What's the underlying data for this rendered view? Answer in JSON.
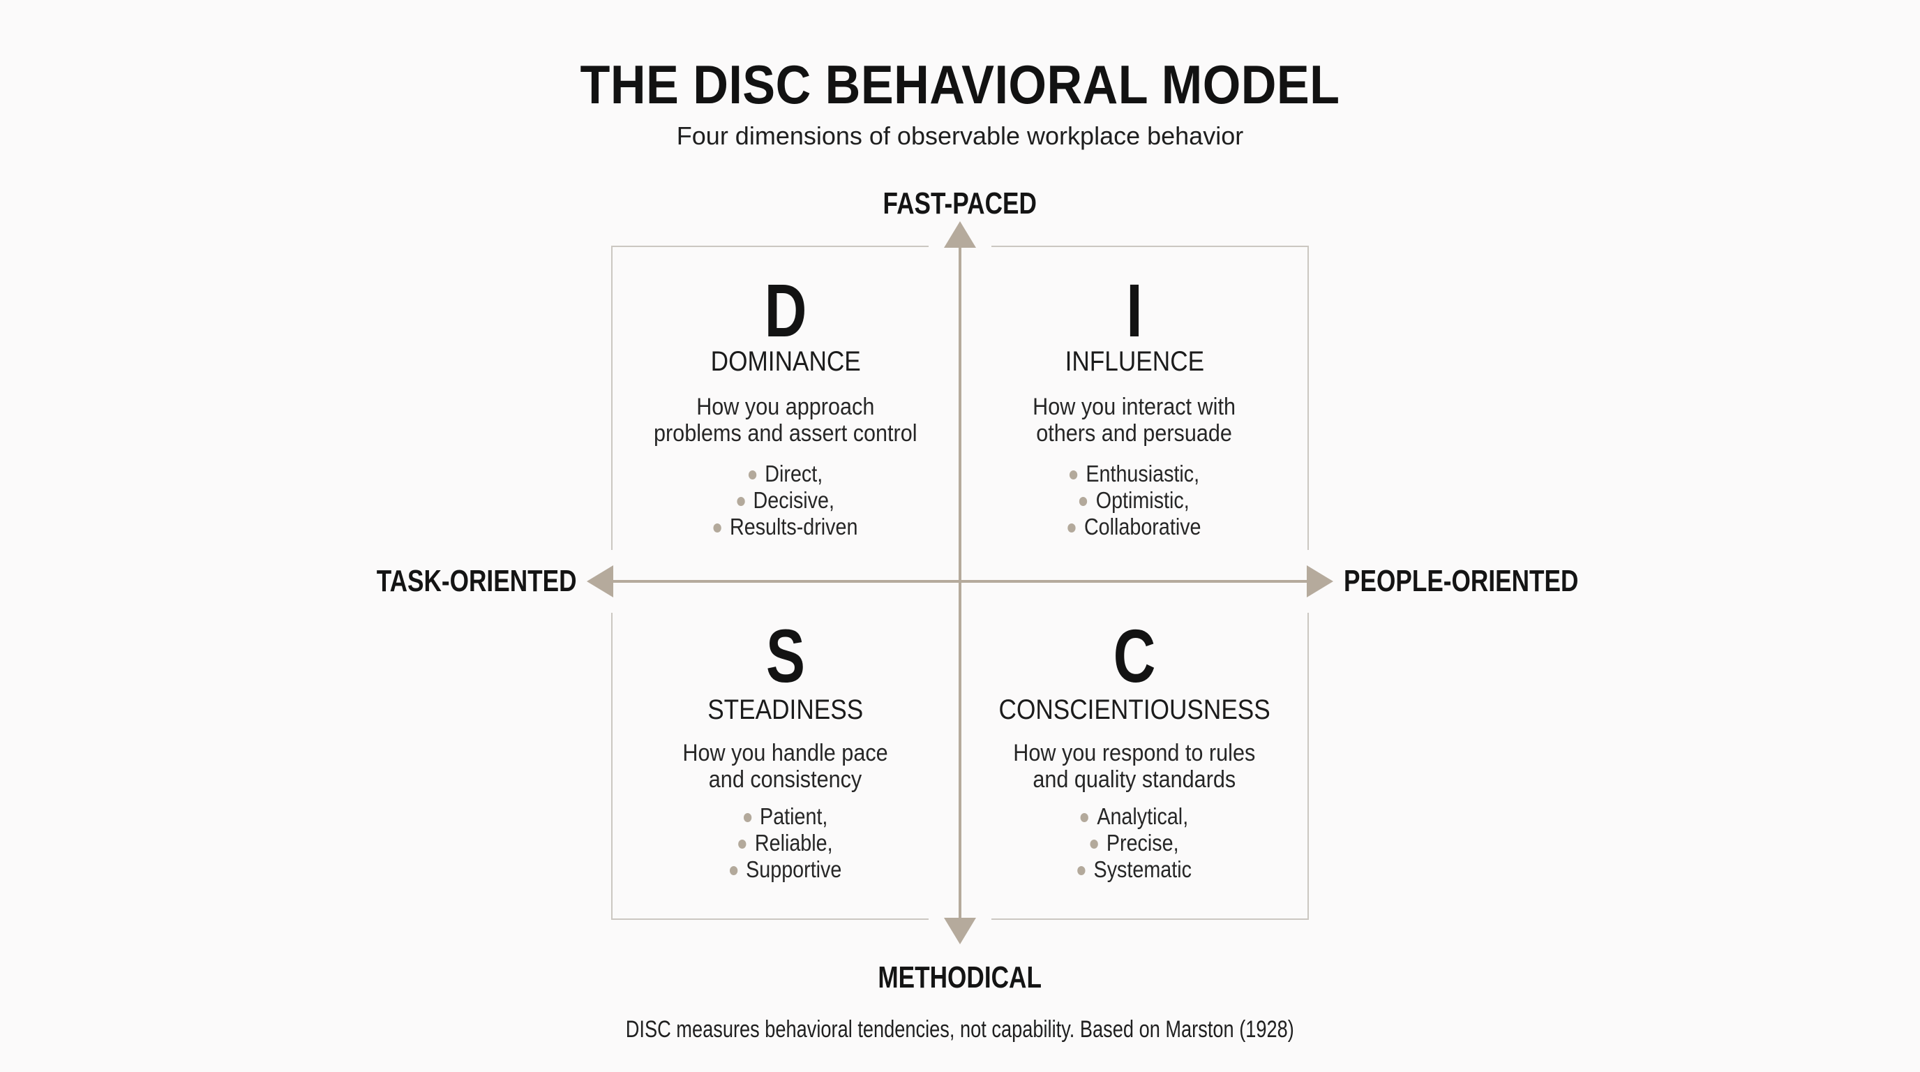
{
  "title": "THE DISC BEHAVIORAL MODEL",
  "subtitle": "Four dimensions of observable workplace behavior",
  "axes": {
    "top": "FAST-PACED",
    "bottom": "METHODICAL",
    "left": "TASK-ORIENTED",
    "right": "PEOPLE-ORIENTED"
  },
  "quadrants": {
    "d": {
      "letter": "D",
      "name": "DOMINANCE",
      "description": "How you approach\nproblems and assert control",
      "traits": [
        "Direct,",
        "Decisive,",
        "Results-driven"
      ]
    },
    "i": {
      "letter": "I",
      "name": "INFLUENCE",
      "description": "How you interact with\nothers and persuade",
      "traits": [
        "Enthusiastic,",
        "Optimistic,",
        "Collaborative"
      ]
    },
    "s": {
      "letter": "S",
      "name": "STEADINESS",
      "description": "How you handle pace\nand consistency",
      "traits": [
        "Patient,",
        "Reliable,",
        "Supportive"
      ]
    },
    "c": {
      "letter": "C",
      "name": "CONSCIENTIOUSNESS",
      "description": "How you respond to rules\nand quality standards",
      "traits": [
        "Analytical,",
        "Precise,",
        "Systematic"
      ]
    }
  },
  "footnote": "DISC measures behavioral tendencies, not capability. Based on Marston (1928)",
  "colors": {
    "background": "#fbfafa",
    "accent_tan": "#b5aa9c",
    "border_gray": "#cbc7c1",
    "heading_black": "#121212",
    "body_text": "#262626"
  }
}
